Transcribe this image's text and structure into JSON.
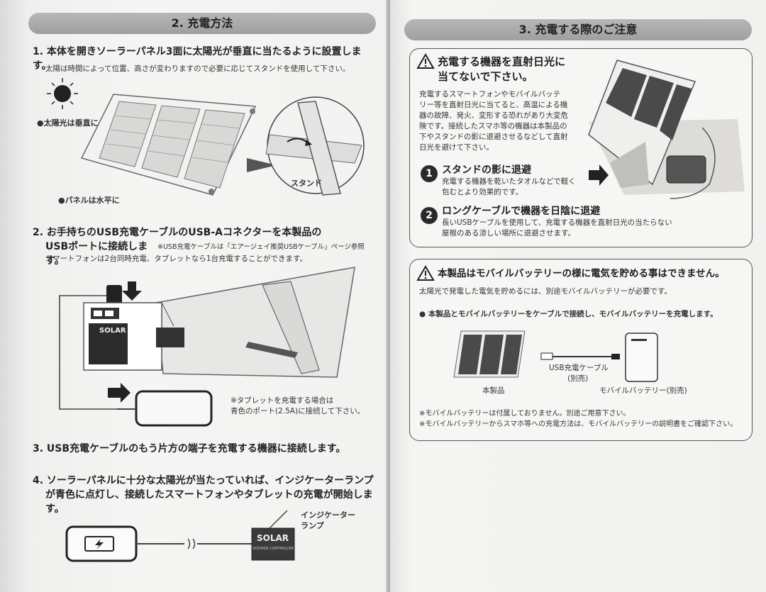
{
  "left": {
    "section_title": "2. 充電方法",
    "step1": {
      "title": "1. 本体を開きソーラーパネル3面に太陽光が垂直に当たるように設置します。",
      "note": "太陽は時間によって位置、高さが変わりますので必要に応じてスタンドを使用して下さい。",
      "label_sun": "●太陽光は垂直に",
      "label_panel": "●パネルは水平に",
      "label_stand": "スタンド"
    },
    "step2": {
      "title_line1": "2. お手持ちのUSB充電ケーブルのUSB-Aコネクターを本製品の",
      "title_line2": "USBポートに接続します。",
      "ref": "※USB充電ケーブルは「エアージェイ推奨USBケーブル」ページ参照",
      "note": "スマートフォンは2台同時充電、タブレットなら1台充電することができます。",
      "tablet_note_line1": "※タブレットを充電する場合は",
      "tablet_note_line2": "青色のポート(2.5A)に接続して下さい。",
      "solar_label": "SOLAR"
    },
    "step3": {
      "title": "3. USB充電ケーブルのもう片方の端子を充電する機器に接続します。"
    },
    "step4": {
      "title_line1": "4. ソーラーパネルに十分な太陽光が当たっていれば、インジケーターランプ",
      "title_line2": "が青色に点灯し、接続したスマートフォンやタブレットの充電が開始します。",
      "indicator_label_line1": "インジケーター",
      "indicator_label_line2": "ランプ",
      "controller_label": "SOLAR",
      "controller_sub": "VOLTAGE CONTROLLER"
    }
  },
  "right": {
    "section_title": "3. 充電する際のご注意",
    "box1": {
      "title_line1": "充電する機器を直射日光に",
      "title_line2": "当てないで下さい。",
      "body": [
        "充電するスマートフォンやモバイルバッテ",
        "リー等を直射日光に当てると、高温による機",
        "器の故障、発火、変形する恐れがあり大変危",
        "険です。接続したスマホ等の機器は本製品の",
        "下やスタンドの影に退避させるなどして直射",
        "日光を避けて下さい。"
      ],
      "tip1_number": "1",
      "tip1_title": "スタンドの影に退避",
      "tip1_body": [
        "充電する機器を乾いたタオルなどで軽く",
        "包むとより効果的です。"
      ],
      "tip2_number": "2",
      "tip2_title": "ロングケーブルで機器を日陰に退避",
      "tip2_body": [
        "長いUSBケーブルを使用して、充電する機器を直射日光の当たらない",
        "屋根のある涼しい場所に退避させます。"
      ]
    },
    "box2": {
      "title": "本製品はモバイルバッテリーの様に電気を貯める事はできません。",
      "body": "太陽光で発電した電気を貯めるには、別途モバイルバッテリーが必要です。",
      "bullet": "● 本製品とモバイルバッテリーをケーブルで接続し、モバイルバッテリーを充電します。",
      "label_product": "本製品",
      "label_cable_line1": "USB充電ケーブル",
      "label_cable_line2": "(別売)",
      "label_battery": "モバイルバッテリー(別売)",
      "footnote1": "※モバイルバッテリーは付属しておりません。別途ご用意下さい。",
      "footnote2": "※モバイルバッテリーからスマホ等への充電方法は、モバイルバッテリーの説明書をご確認下さい。"
    }
  }
}
